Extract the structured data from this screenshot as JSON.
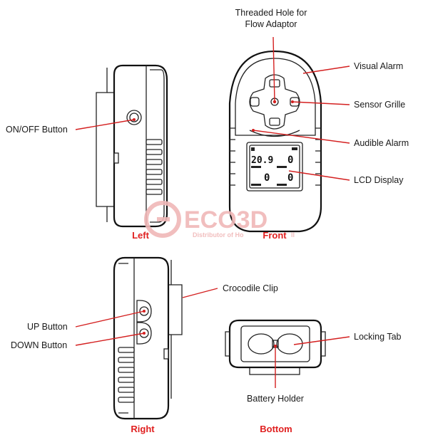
{
  "callouts": {
    "threaded_hole": [
      "Threaded Hole for",
      "Flow Adaptor"
    ],
    "visual_alarm": "Visual Alarm",
    "sensor_grille": "Sensor Grille",
    "audible_alarm": "Audible Alarm",
    "lcd_display": "LCD Display",
    "on_off_button": "ON/OFF Button",
    "crocodile_clip": "Crocodile Clip",
    "up_button": "UP Button",
    "down_button": "DOWN Button",
    "locking_tab": "Locking Tab",
    "battery_holder": "Battery Holder"
  },
  "views": {
    "left": "Left",
    "front": "Front",
    "right": "Right",
    "bottom": "Bottom"
  },
  "lcd": {
    "reading_1": "20.9",
    "reading_2": "0",
    "reading_3": "0",
    "reading_4": "0"
  },
  "watermark": {
    "brand": "ECO3D",
    "tagline": "Distributor of Ho",
    "tagline_tail": "ll"
  },
  "colors": {
    "view_label": "#e02020",
    "leader_line": "#d42020",
    "watermark": "#f0b8b8"
  }
}
